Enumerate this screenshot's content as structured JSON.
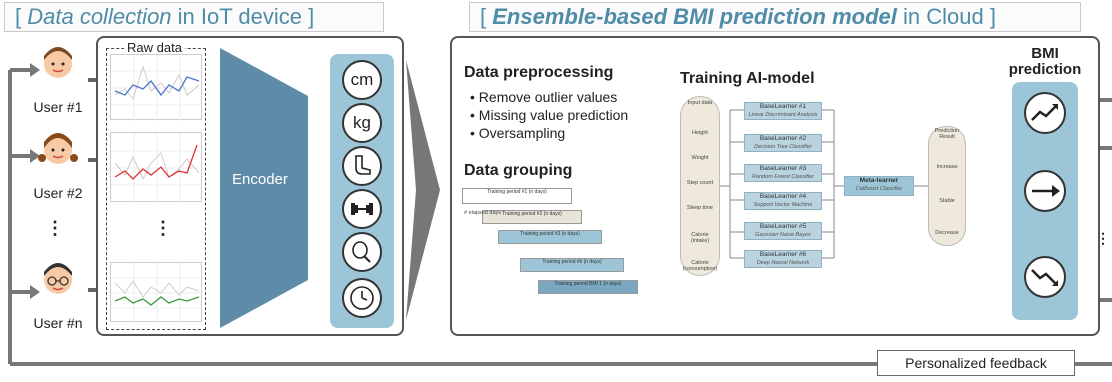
{
  "titles": {
    "left_prefix": "[ ",
    "left_italic": "Data collection",
    "left_rest": " in IoT device",
    "left_suffix": " ]",
    "right_prefix": "[ ",
    "right_italic": "Ensemble-based BMI prediction model",
    "right_rest": " in Cloud",
    "right_suffix": " ]"
  },
  "users": [
    "User #1",
    "User #2",
    "User #n"
  ],
  "ellipsis": "⋮",
  "raw_data_label": "Raw data",
  "encoder_label": "Encoder",
  "sensor_icons": [
    "cm",
    "kg",
    "step-icon",
    "dumbbell-icon",
    "drumstick-icon",
    "clock-icon"
  ],
  "preprocessing": {
    "heading": "Data preprocessing",
    "items": [
      "• Remove outlier values",
      "• Missing value prediction",
      "• Oversampling"
    ]
  },
  "grouping": {
    "heading": "Data grouping",
    "periods": [
      "Training period #1 (n days)",
      "Training period #2 (n days)",
      "Training period #3 (n days)",
      "Training period #k (n days)",
      "Training period BMI 1 (n days)"
    ],
    "small_label": "# elapsed days"
  },
  "training": {
    "heading": "Training AI-model",
    "input_title": "Input data",
    "inputs": [
      "Height",
      "Weight",
      "Step count",
      "Sleep time",
      "Calorie (intake)",
      "Calorie (consumption)"
    ],
    "learners": [
      {
        "name": "BaseLearner #1",
        "model": "Linear Discriminant Analysis"
      },
      {
        "name": "BaseLearner #2",
        "model": "Decision Tree Classifier"
      },
      {
        "name": "BaseLearner #3",
        "model": "Random Forest Classifier"
      },
      {
        "name": "BaseLearner #4",
        "model": "Support Vector Machine"
      },
      {
        "name": "BaseLearner #5",
        "model": "Gaussian Naive Bayes"
      },
      {
        "name": "BaseLearner #6",
        "model": "Deep Neural Network"
      }
    ],
    "meta": {
      "name": "Meta-learner",
      "model": "CatBoost Classifier"
    },
    "prediction_title": "Prediction Result",
    "predictions": [
      "Increase",
      "Stable",
      "Decrease"
    ]
  },
  "bmi_title": "BMI prediction",
  "feedback_label": "Personalized feedback"
}
